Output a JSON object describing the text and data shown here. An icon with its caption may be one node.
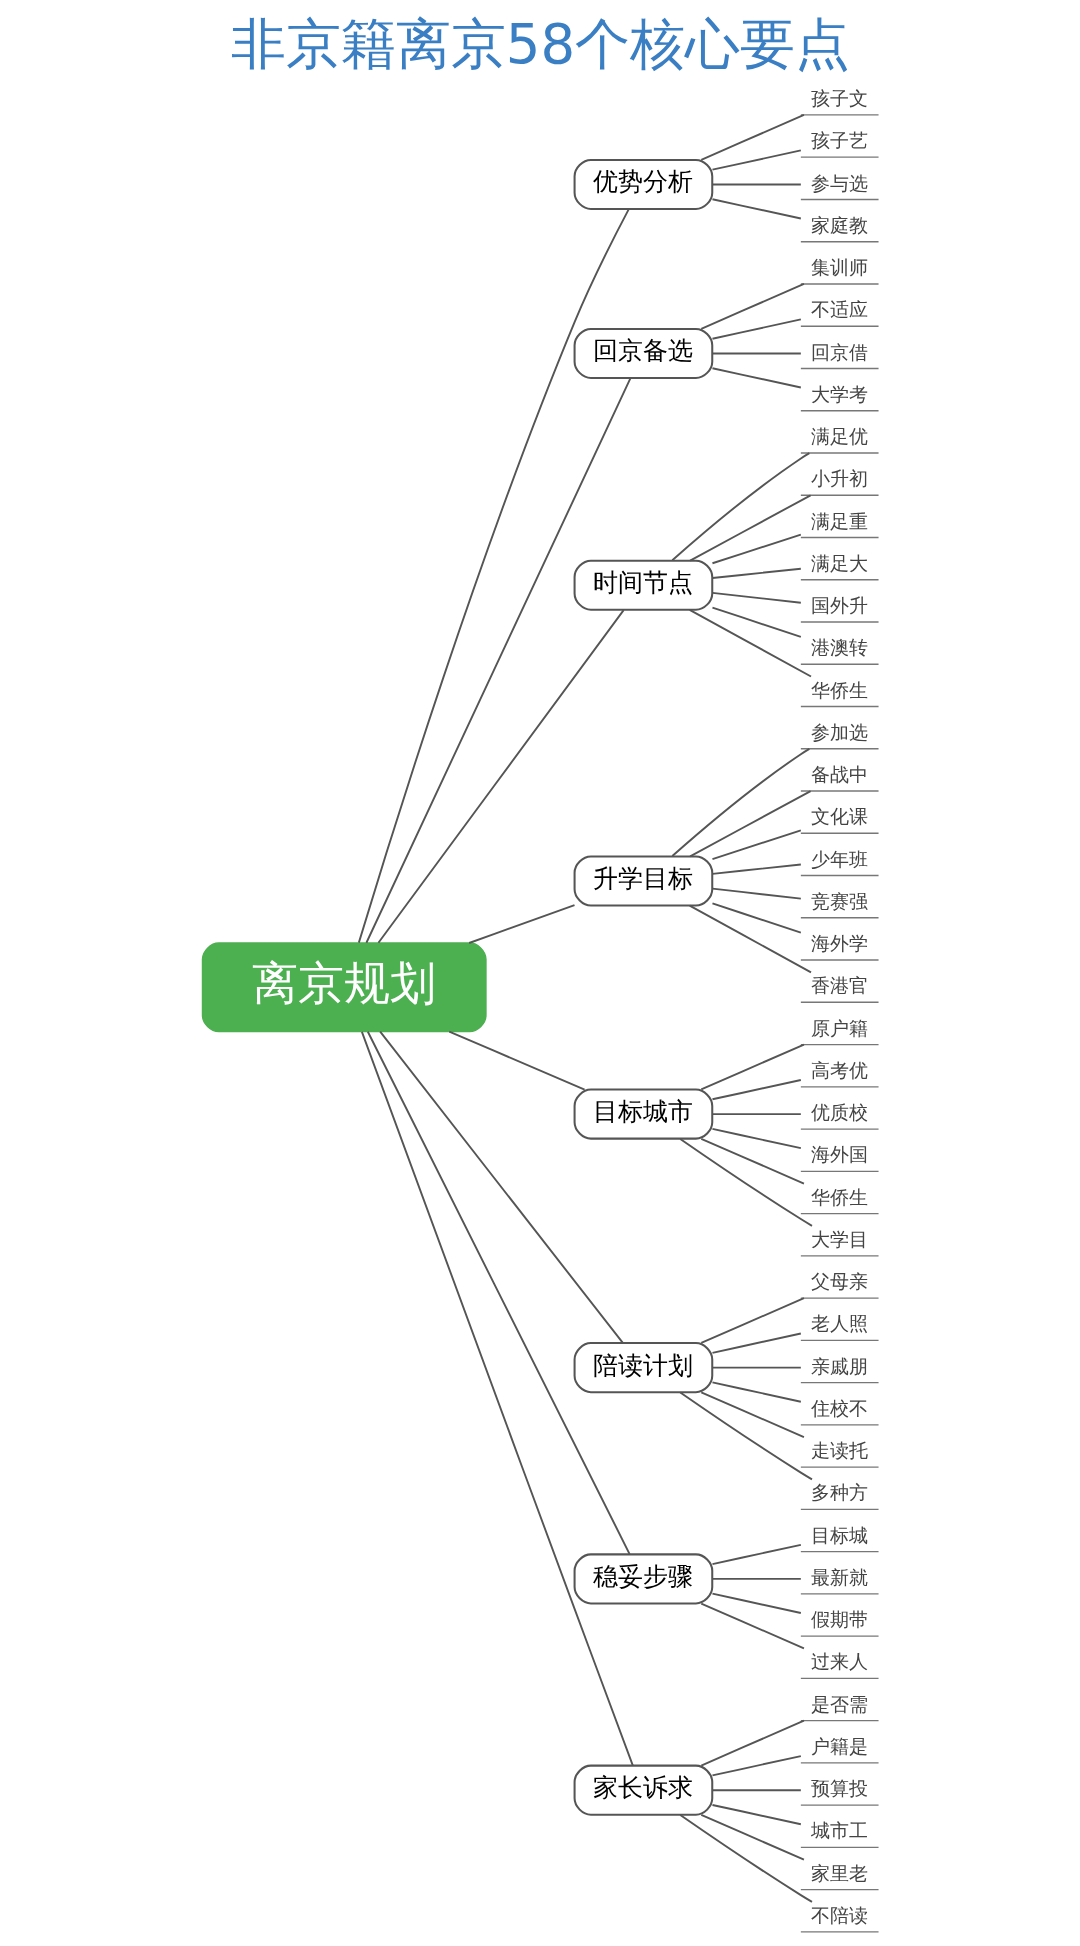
{
  "diagram": {
    "title": "非京籍离京58个核心要点",
    "nodes": [
      {
        "text": [
          "离京规划"
        ]
      },
      {
        "text": [
          "优势分析"
        ]
      },
      {
        "text": [
          "孩子文"
        ]
      },
      {
        "text": [
          "孩子艺"
        ]
      },
      {
        "text": [
          "参与选"
        ]
      },
      {
        "text": [
          "家庭教"
        ]
      },
      {
        "text": [
          "回京备选"
        ]
      },
      {
        "text": [
          "集训师"
        ]
      },
      {
        "text": [
          "不适应"
        ]
      },
      {
        "text": [
          "回京借"
        ]
      },
      {
        "text": [
          "大学考"
        ]
      },
      {
        "text": [
          "时间节点"
        ]
      },
      {
        "text": [
          "满足优"
        ]
      },
      {
        "text": [
          "小升初"
        ]
      },
      {
        "text": [
          "满足重"
        ]
      },
      {
        "text": [
          "满足大"
        ]
      },
      {
        "text": [
          "国外升"
        ]
      },
      {
        "text": [
          "港澳转"
        ]
      },
      {
        "text": [
          "华侨生"
        ]
      },
      {
        "text": [
          "升学目标"
        ]
      },
      {
        "text": [
          "参加选"
        ]
      },
      {
        "text": [
          "备战中"
        ]
      },
      {
        "text": [
          "文化课"
        ]
      },
      {
        "text": [
          "少年班"
        ]
      },
      {
        "text": [
          "竞赛强"
        ]
      },
      {
        "text": [
          "海外学"
        ]
      },
      {
        "text": [
          "香港官"
        ]
      },
      {
        "text": [
          "目标城市"
        ]
      },
      {
        "text": [
          "原户籍"
        ]
      },
      {
        "text": [
          "高考优"
        ]
      },
      {
        "text": [
          "优质校"
        ]
      },
      {
        "text": [
          "海外国"
        ]
      },
      {
        "text": [
          "华侨生"
        ]
      },
      {
        "text": [
          "大学目"
        ]
      },
      {
        "text": [
          "陪读计划"
        ]
      },
      {
        "text": [
          "父母亲"
        ]
      },
      {
        "text": [
          "老人照"
        ]
      },
      {
        "text": [
          "亲戚朋"
        ]
      },
      {
        "text": [
          "住校不"
        ]
      },
      {
        "text": [
          "走读托"
        ]
      },
      {
        "text": [
          "多种方"
        ]
      },
      {
        "text": [
          "稳妥步骤"
        ]
      },
      {
        "text": [
          "目标城"
        ]
      },
      {
        "text": [
          "最新就"
        ]
      },
      {
        "text": [
          "假期带"
        ]
      },
      {
        "text": [
          "过来人"
        ]
      },
      {
        "text": [
          "家长诉求"
        ]
      },
      {
        "text": [
          "是否需"
        ]
      },
      {
        "text": [
          "户籍是"
        ]
      },
      {
        "text": [
          "预算投"
        ]
      },
      {
        "text": [
          "城市工"
        ]
      },
      {
        "text": [
          "家里老"
        ]
      },
      {
        "text": [
          "不陪读"
        ]
      }
    ],
    "edges": [
      {
        "from": 0,
        "to": 1,
        "arrow": "none"
      },
      {
        "from": 1,
        "to": 2,
        "arrow": "none"
      },
      {
        "from": 1,
        "to": 3,
        "arrow": "none"
      },
      {
        "from": 1,
        "to": 4,
        "arrow": "none"
      },
      {
        "from": 1,
        "to": 5,
        "arrow": "none"
      },
      {
        "from": 0,
        "to": 6,
        "arrow": "none"
      },
      {
        "from": 6,
        "to": 7,
        "arrow": "none"
      },
      {
        "from": 6,
        "to": 8,
        "arrow": "none"
      },
      {
        "from": 6,
        "to": 9,
        "arrow": "none"
      },
      {
        "from": 6,
        "to": 10,
        "arrow": "none"
      },
      {
        "from": 0,
        "to": 11,
        "arrow": "none"
      },
      {
        "from": 11,
        "to": 12,
        "arrow": "none"
      },
      {
        "from": 11,
        "to": 13,
        "arrow": "none"
      },
      {
        "from": 11,
        "to": 14,
        "arrow": "none"
      },
      {
        "from": 11,
        "to": 15,
        "arrow": "none"
      },
      {
        "from": 11,
        "to": 16,
        "arrow": "none"
      },
      {
        "from": 11,
        "to": 17,
        "arrow": "none"
      },
      {
        "from": 11,
        "to": 18,
        "arrow": "none"
      },
      {
        "from": 0,
        "to": 19,
        "arrow": "none"
      },
      {
        "from": 19,
        "to": 20,
        "arrow": "none"
      },
      {
        "from": 19,
        "to": 21,
        "arrow": "none"
      },
      {
        "from": 19,
        "to": 22,
        "arrow": "none"
      },
      {
        "from": 19,
        "to": 23,
        "arrow": "none"
      },
      {
        "from": 19,
        "to": 24,
        "arrow": "none"
      },
      {
        "from": 19,
        "to": 25,
        "arrow": "none"
      },
      {
        "from": 19,
        "to": 26,
        "arrow": "none"
      },
      {
        "from": 0,
        "to": 27,
        "arrow": "none"
      },
      {
        "from": 27,
        "to": 28,
        "arrow": "none"
      },
      {
        "from": 27,
        "to": 29,
        "arrow": "none"
      },
      {
        "from": 27,
        "to": 30,
        "arrow": "none"
      },
      {
        "from": 27,
        "to": 31,
        "arrow": "none"
      },
      {
        "from": 27,
        "to": 32,
        "arrow": "none"
      },
      {
        "from": 27,
        "to": 33,
        "arrow": "none"
      },
      {
        "from": 0,
        "to": 34,
        "arrow": "none"
      },
      {
        "from": 34,
        "to": 35,
        "arrow": "none"
      },
      {
        "from": 34,
        "to": 36,
        "arrow": "none"
      },
      {
        "from": 34,
        "to": 37,
        "arrow": "none"
      },
      {
        "from": 34,
        "to": 38,
        "arrow": "none"
      },
      {
        "from": 34,
        "to": 39,
        "arrow": "none"
      },
      {
        "from": 34,
        "to": 40,
        "arrow": "none"
      },
      {
        "from": 0,
        "to": 41,
        "arrow": "none"
      },
      {
        "from": 41,
        "to": 42,
        "arrow": "none"
      },
      {
        "from": 41,
        "to": 43,
        "arrow": "none"
      },
      {
        "from": 41,
        "to": 44,
        "arrow": "none"
      },
      {
        "from": 41,
        "to": 45,
        "arrow": "none"
      },
      {
        "from": 0,
        "to": 46,
        "arrow": "none"
      },
      {
        "from": 46,
        "to": 47,
        "arrow": "none"
      },
      {
        "from": 46,
        "to": 48,
        "arrow": "none"
      },
      {
        "from": 46,
        "to": 49,
        "arrow": "none"
      },
      {
        "from": 46,
        "to": 50,
        "arrow": "none"
      },
      {
        "from": 46,
        "to": 51,
        "arrow": "none"
      },
      {
        "from": 46,
        "to": 52,
        "arrow": "none"
      }
    ]
  }
}
